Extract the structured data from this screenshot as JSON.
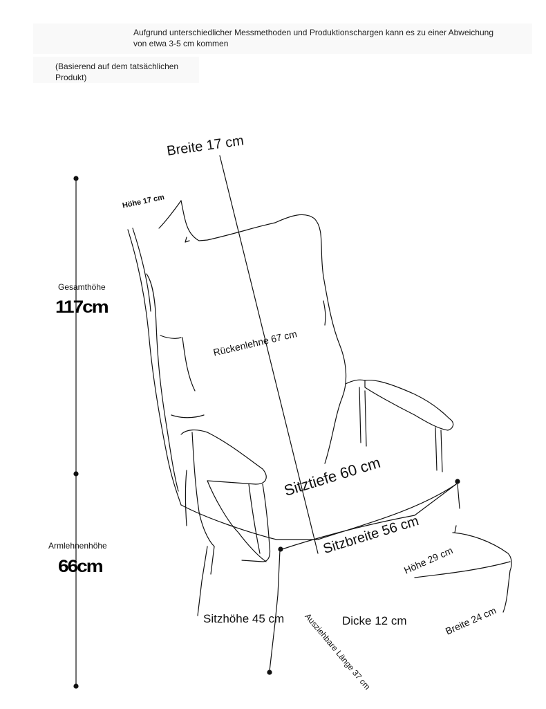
{
  "header": {
    "note_1": "Aufgrund unterschiedlicher Messmethoden und Produktionschargen kann es zu einer Abweichung von etwa 3-5 cm kommen",
    "note_2": "(Basierend auf dem tatsächlichen Produkt)"
  },
  "dimensions": {
    "headrest_width": "Breite 17 cm",
    "headrest_height": "Höhe 17 cm",
    "total_height_label": "Gesamthöhe",
    "total_height_value": "117cm",
    "backrest": "Rückenlehne 67 cm",
    "seat_depth": "Sitztiefe 60 cm",
    "seat_width": "Sitzbreite 56 cm",
    "footrest_height": "Höhe 29 cm",
    "armrest_height_label": "Armlehnenhöhe",
    "armrest_height_value": "66cm",
    "seat_height": "Sitzhöhe 45 cm",
    "thickness": "Dicke 12 cm",
    "footrest_width": "Breite 24 cm",
    "extendable_length": "Ausziehbare Länge 37 cm"
  }
}
